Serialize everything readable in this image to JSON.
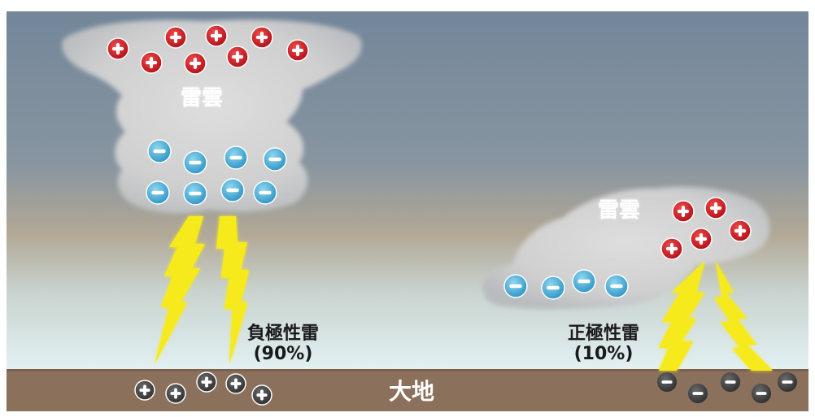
{
  "diagram": {
    "left_cloud_label": "雷雲",
    "right_cloud_label": "雷雲",
    "negative_lightning": {
      "name": "負極性雷",
      "share": "(90%)"
    },
    "positive_lightning": {
      "name": "正極性雷",
      "share": "(10%)"
    },
    "ground_label": "大地"
  },
  "colors": {
    "sky_top": "#76879a",
    "sky_middle": "#b4a894",
    "sky_bottom": "#dfeef1",
    "ground": "#8a6f5a",
    "cloud": "#d2d2d2",
    "positive_charge": "#d7121c",
    "negative_charge": "#38a9d3",
    "ground_charge": "#4a4a4a",
    "lightning": "#f7ea1a"
  },
  "icons": {
    "positive_charge": "plus-icon",
    "negative_charge": "minus-icon",
    "lightning": "lightning-bolt-icon"
  }
}
